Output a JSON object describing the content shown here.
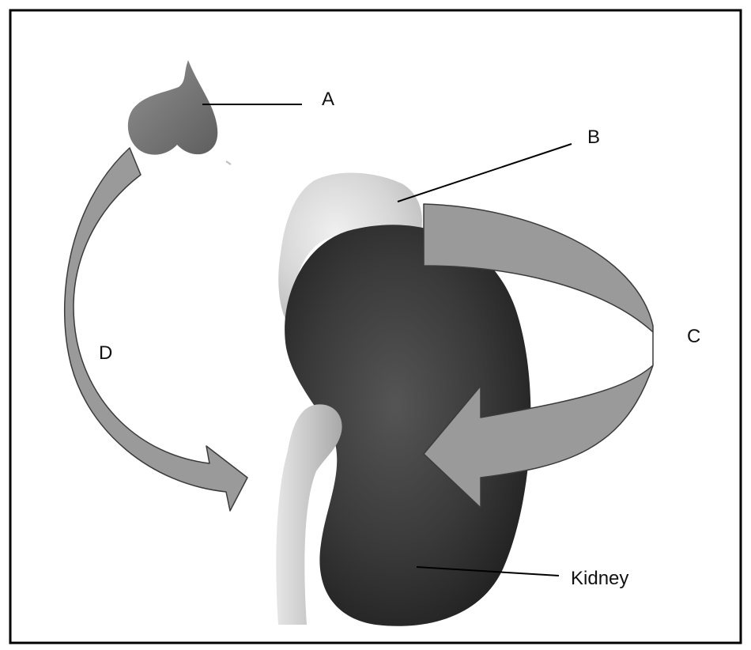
{
  "labels": {
    "a": "A",
    "b": "B",
    "c": "C",
    "d": "D",
    "kidney": "Kidney"
  },
  "colors": {
    "frame": "#000000",
    "background": "#ffffff",
    "arrow_fill": "#9a9a9a",
    "arrow_stroke": "#3a3a3a",
    "kidney_dark": "#2c2c2c",
    "kidney_light": "#5a5a5a",
    "gland_a": "#7a7a7a",
    "gland_b": "#d8d8d8",
    "ureter": "#d0d0d0",
    "leader_line": "#000000",
    "text": "#111111"
  }
}
